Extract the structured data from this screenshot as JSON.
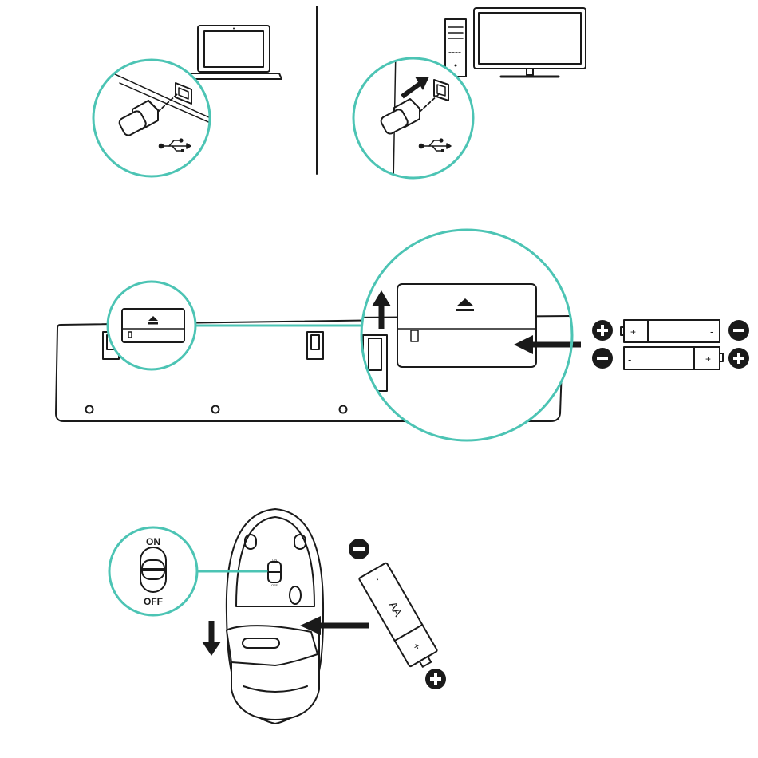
{
  "colors": {
    "accent": "#4cc4b4",
    "ink": "#1a1a1a",
    "background": "#ffffff"
  },
  "icons": {
    "usb_port": "usb-icon",
    "eject": "eject-icon",
    "plus": "plus-circle-icon",
    "minus": "minus-circle-icon"
  },
  "keyboard_batteries": {
    "top": {
      "left_terminal": "+",
      "right_terminal": "-"
    },
    "bottom": {
      "left_terminal": "-",
      "right_terminal": "+"
    }
  },
  "mouse": {
    "switch_on": "ON",
    "switch_off": "OFF",
    "switch_on_small": "ON",
    "switch_off_small": "OFF",
    "battery_size": "AA",
    "battery_minus": "-",
    "battery_plus": "+"
  }
}
